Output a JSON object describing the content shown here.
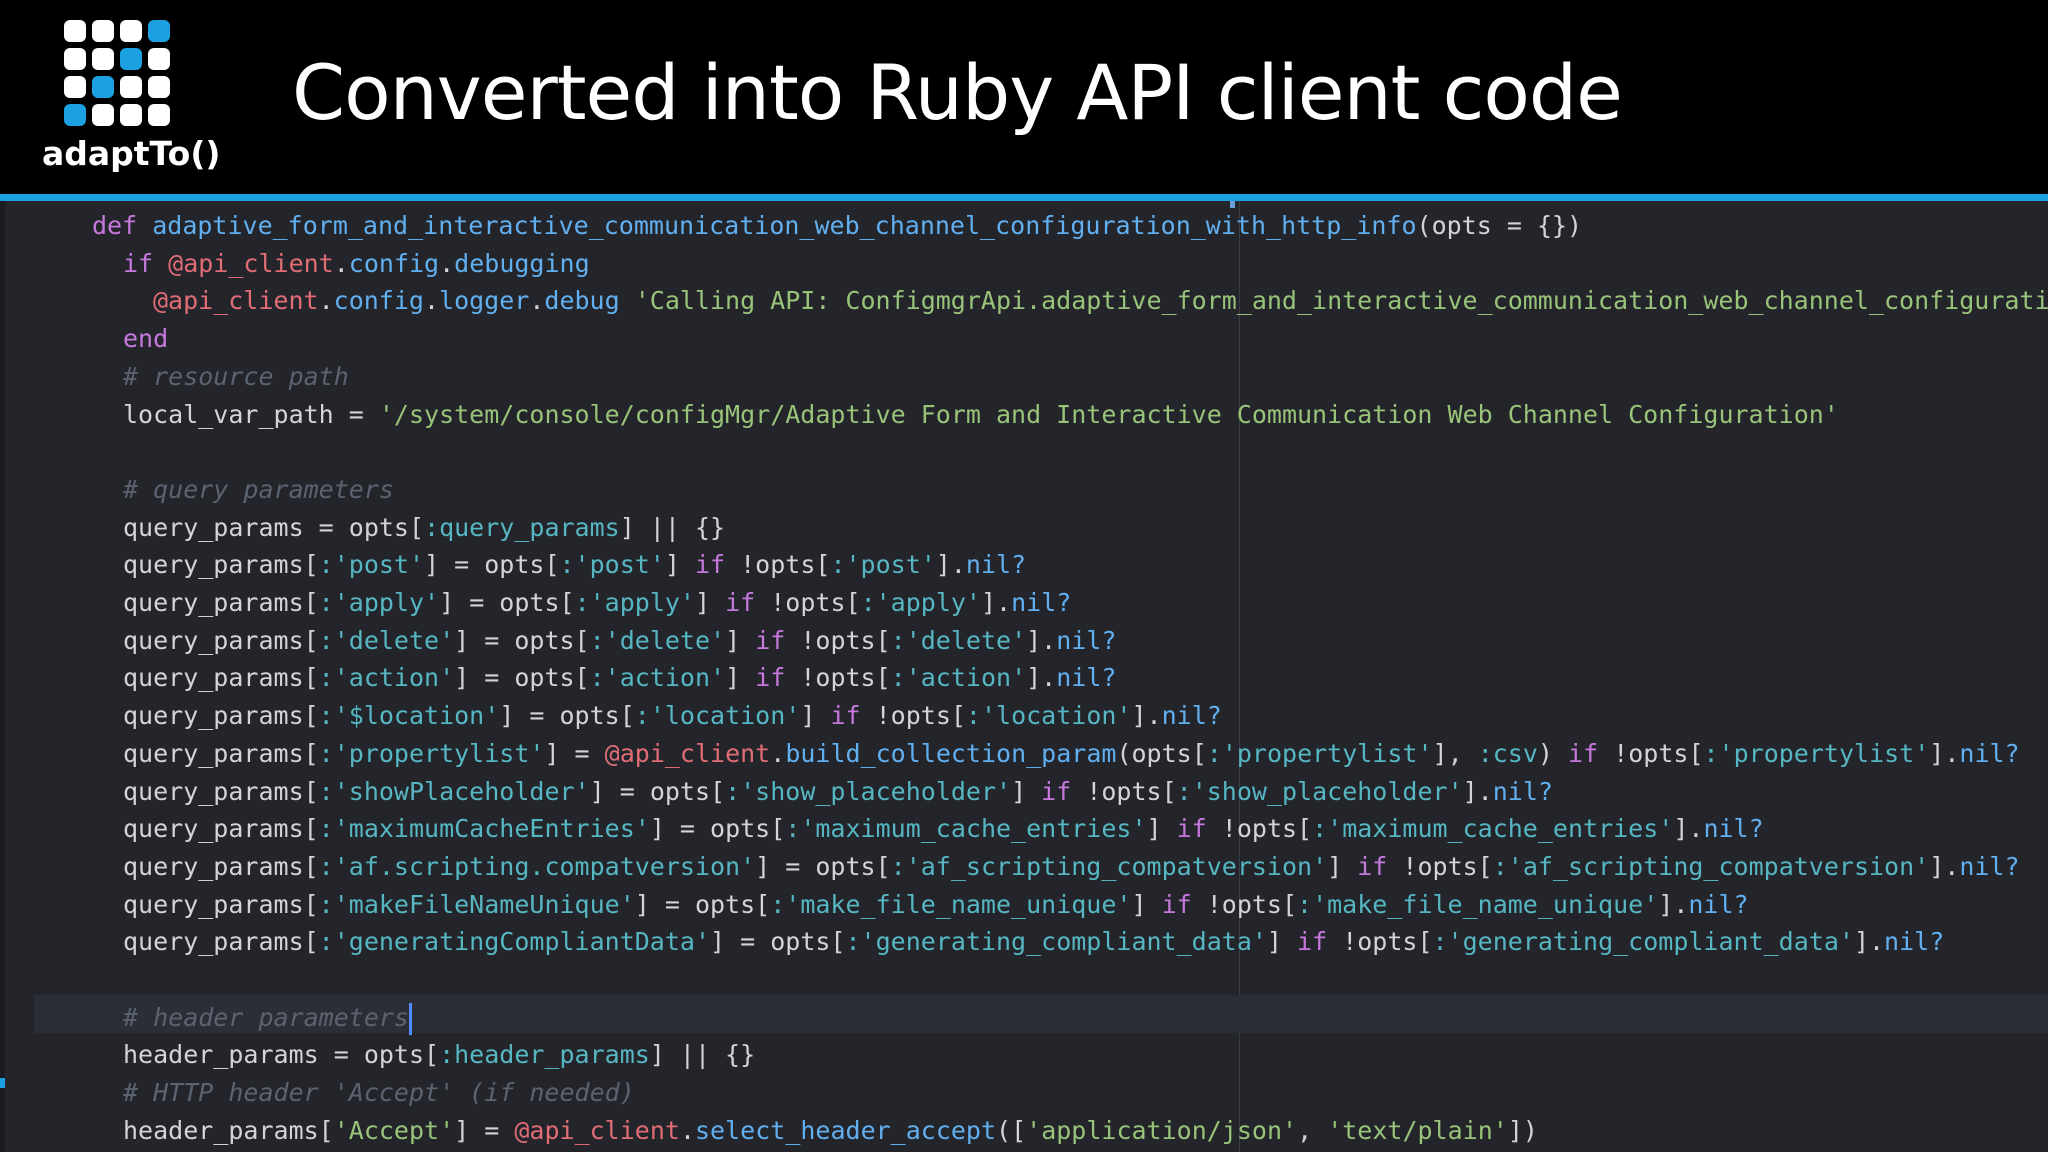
{
  "slide": {
    "title": "Converted into Ruby API client code",
    "logo_text": "adaptTo()"
  },
  "colors": {
    "accent": "#1ba1e2",
    "editor_background": "#23252b",
    "keyword": "#c678dd",
    "function": "#61afef",
    "instance_variable": "#e06c75",
    "string": "#98c379",
    "symbol": "#56b6c2",
    "comment": "#5c6370"
  },
  "editor": {
    "language": "Ruby",
    "cursor_line": 22,
    "lines": [
      [
        {
          "t": "def ",
          "c": "kw"
        },
        {
          "t": "adaptive_form_and_interactive_communication_web_channel_configuration_with_http_info",
          "c": "fn"
        },
        {
          "t": "(opts = {})",
          "c": "pl"
        }
      ],
      [
        {
          "t": "if ",
          "c": "kw"
        },
        {
          "t": "@api_client",
          "c": "iv"
        },
        {
          "t": ".",
          "c": "pl"
        },
        {
          "t": "config",
          "c": "fn"
        },
        {
          "t": ".",
          "c": "pl"
        },
        {
          "t": "debugging",
          "c": "fn"
        }
      ],
      [
        {
          "t": "@api_client",
          "c": "iv"
        },
        {
          "t": ".",
          "c": "pl"
        },
        {
          "t": "config",
          "c": "fn"
        },
        {
          "t": ".",
          "c": "pl"
        },
        {
          "t": "logger",
          "c": "fn"
        },
        {
          "t": ".",
          "c": "pl"
        },
        {
          "t": "debug",
          "c": "fn"
        },
        {
          "t": " ",
          "c": "pl"
        },
        {
          "t": "'Calling API: ConfigmgrApi.adaptive_form_and_interactive_communication_web_channel_configurati",
          "c": "st"
        }
      ],
      [
        {
          "t": "end",
          "c": "kw"
        }
      ],
      [
        {
          "t": "# resource path",
          "c": "cm"
        }
      ],
      [
        {
          "t": "local_var_path = ",
          "c": "pl"
        },
        {
          "t": "'/system/console/configMgr/Adaptive Form and Interactive Communication Web Channel Configuration'",
          "c": "st"
        }
      ],
      [],
      [
        {
          "t": "# query parameters",
          "c": "cm"
        }
      ],
      [
        {
          "t": "query_params = opts[",
          "c": "pl"
        },
        {
          "t": ":query_params",
          "c": "sy"
        },
        {
          "t": "] || {}",
          "c": "pl"
        }
      ],
      [
        {
          "t": "query_params[",
          "c": "pl"
        },
        {
          "t": ":'post'",
          "c": "sy"
        },
        {
          "t": "] = opts[",
          "c": "pl"
        },
        {
          "t": ":'post'",
          "c": "sy"
        },
        {
          "t": "] ",
          "c": "pl"
        },
        {
          "t": "if",
          "c": "kw"
        },
        {
          "t": " !opts[",
          "c": "pl"
        },
        {
          "t": ":'post'",
          "c": "sy"
        },
        {
          "t": "].",
          "c": "pl"
        },
        {
          "t": "nil?",
          "c": "fn"
        }
      ],
      [
        {
          "t": "query_params[",
          "c": "pl"
        },
        {
          "t": ":'apply'",
          "c": "sy"
        },
        {
          "t": "] = opts[",
          "c": "pl"
        },
        {
          "t": ":'apply'",
          "c": "sy"
        },
        {
          "t": "] ",
          "c": "pl"
        },
        {
          "t": "if",
          "c": "kw"
        },
        {
          "t": " !opts[",
          "c": "pl"
        },
        {
          "t": ":'apply'",
          "c": "sy"
        },
        {
          "t": "].",
          "c": "pl"
        },
        {
          "t": "nil?",
          "c": "fn"
        }
      ],
      [
        {
          "t": "query_params[",
          "c": "pl"
        },
        {
          "t": ":'delete'",
          "c": "sy"
        },
        {
          "t": "] = opts[",
          "c": "pl"
        },
        {
          "t": ":'delete'",
          "c": "sy"
        },
        {
          "t": "] ",
          "c": "pl"
        },
        {
          "t": "if",
          "c": "kw"
        },
        {
          "t": " !opts[",
          "c": "pl"
        },
        {
          "t": ":'delete'",
          "c": "sy"
        },
        {
          "t": "].",
          "c": "pl"
        },
        {
          "t": "nil?",
          "c": "fn"
        }
      ],
      [
        {
          "t": "query_params[",
          "c": "pl"
        },
        {
          "t": ":'action'",
          "c": "sy"
        },
        {
          "t": "] = opts[",
          "c": "pl"
        },
        {
          "t": ":'action'",
          "c": "sy"
        },
        {
          "t": "] ",
          "c": "pl"
        },
        {
          "t": "if",
          "c": "kw"
        },
        {
          "t": " !opts[",
          "c": "pl"
        },
        {
          "t": ":'action'",
          "c": "sy"
        },
        {
          "t": "].",
          "c": "pl"
        },
        {
          "t": "nil?",
          "c": "fn"
        }
      ],
      [
        {
          "t": "query_params[",
          "c": "pl"
        },
        {
          "t": ":'$location'",
          "c": "sy"
        },
        {
          "t": "] = opts[",
          "c": "pl"
        },
        {
          "t": ":'location'",
          "c": "sy"
        },
        {
          "t": "] ",
          "c": "pl"
        },
        {
          "t": "if",
          "c": "kw"
        },
        {
          "t": " !opts[",
          "c": "pl"
        },
        {
          "t": ":'location'",
          "c": "sy"
        },
        {
          "t": "].",
          "c": "pl"
        },
        {
          "t": "nil?",
          "c": "fn"
        }
      ],
      [
        {
          "t": "query_params[",
          "c": "pl"
        },
        {
          "t": ":'propertylist'",
          "c": "sy"
        },
        {
          "t": "] = ",
          "c": "pl"
        },
        {
          "t": "@api_client",
          "c": "iv"
        },
        {
          "t": ".",
          "c": "pl"
        },
        {
          "t": "build_collection_param",
          "c": "fn"
        },
        {
          "t": "(opts[",
          "c": "pl"
        },
        {
          "t": ":'propertylist'",
          "c": "sy"
        },
        {
          "t": "], ",
          "c": "pl"
        },
        {
          "t": ":csv",
          "c": "sy"
        },
        {
          "t": ") ",
          "c": "pl"
        },
        {
          "t": "if",
          "c": "kw"
        },
        {
          "t": " !opts[",
          "c": "pl"
        },
        {
          "t": ":'propertylist'",
          "c": "sy"
        },
        {
          "t": "].",
          "c": "pl"
        },
        {
          "t": "nil?",
          "c": "fn"
        }
      ],
      [
        {
          "t": "query_params[",
          "c": "pl"
        },
        {
          "t": ":'showPlaceholder'",
          "c": "sy"
        },
        {
          "t": "] = opts[",
          "c": "pl"
        },
        {
          "t": ":'show_placeholder'",
          "c": "sy"
        },
        {
          "t": "] ",
          "c": "pl"
        },
        {
          "t": "if",
          "c": "kw"
        },
        {
          "t": " !opts[",
          "c": "pl"
        },
        {
          "t": ":'show_placeholder'",
          "c": "sy"
        },
        {
          "t": "].",
          "c": "pl"
        },
        {
          "t": "nil?",
          "c": "fn"
        }
      ],
      [
        {
          "t": "query_params[",
          "c": "pl"
        },
        {
          "t": ":'maximumCacheEntries'",
          "c": "sy"
        },
        {
          "t": "] = opts[",
          "c": "pl"
        },
        {
          "t": ":'maximum_cache_entries'",
          "c": "sy"
        },
        {
          "t": "] ",
          "c": "pl"
        },
        {
          "t": "if",
          "c": "kw"
        },
        {
          "t": " !opts[",
          "c": "pl"
        },
        {
          "t": ":'maximum_cache_entries'",
          "c": "sy"
        },
        {
          "t": "].",
          "c": "pl"
        },
        {
          "t": "nil?",
          "c": "fn"
        }
      ],
      [
        {
          "t": "query_params[",
          "c": "pl"
        },
        {
          "t": ":'af.scripting.compatversion'",
          "c": "sy"
        },
        {
          "t": "] = opts[",
          "c": "pl"
        },
        {
          "t": ":'af_scripting_compatversion'",
          "c": "sy"
        },
        {
          "t": "] ",
          "c": "pl"
        },
        {
          "t": "if",
          "c": "kw"
        },
        {
          "t": " !opts[",
          "c": "pl"
        },
        {
          "t": ":'af_scripting_compatversion'",
          "c": "sy"
        },
        {
          "t": "].",
          "c": "pl"
        },
        {
          "t": "nil?",
          "c": "fn"
        }
      ],
      [
        {
          "t": "query_params[",
          "c": "pl"
        },
        {
          "t": ":'makeFileNameUnique'",
          "c": "sy"
        },
        {
          "t": "] = opts[",
          "c": "pl"
        },
        {
          "t": ":'make_file_name_unique'",
          "c": "sy"
        },
        {
          "t": "] ",
          "c": "pl"
        },
        {
          "t": "if",
          "c": "kw"
        },
        {
          "t": " !opts[",
          "c": "pl"
        },
        {
          "t": ":'make_file_name_unique'",
          "c": "sy"
        },
        {
          "t": "].",
          "c": "pl"
        },
        {
          "t": "nil?",
          "c": "fn"
        }
      ],
      [
        {
          "t": "query_params[",
          "c": "pl"
        },
        {
          "t": ":'generatingCompliantData'",
          "c": "sy"
        },
        {
          "t": "] = opts[",
          "c": "pl"
        },
        {
          "t": ":'generating_compliant_data'",
          "c": "sy"
        },
        {
          "t": "] ",
          "c": "pl"
        },
        {
          "t": "if",
          "c": "kw"
        },
        {
          "t": " !opts[",
          "c": "pl"
        },
        {
          "t": ":'generating_compliant_data'",
          "c": "sy"
        },
        {
          "t": "].",
          "c": "pl"
        },
        {
          "t": "nil?",
          "c": "fn"
        }
      ],
      [],
      [
        {
          "t": "# header parameters",
          "c": "cm"
        }
      ],
      [
        {
          "t": "header_params = opts[",
          "c": "pl"
        },
        {
          "t": ":header_params",
          "c": "sy"
        },
        {
          "t": "] || {}",
          "c": "pl"
        }
      ],
      [
        {
          "t": "# HTTP header 'Accept' (if needed)",
          "c": "cm"
        }
      ],
      [
        {
          "t": "header_params[",
          "c": "pl"
        },
        {
          "t": "'Accept'",
          "c": "st"
        },
        {
          "t": "] = ",
          "c": "pl"
        },
        {
          "t": "@api_client",
          "c": "iv"
        },
        {
          "t": ".",
          "c": "pl"
        },
        {
          "t": "select_header_accept",
          "c": "fn"
        },
        {
          "t": "([",
          "c": "pl"
        },
        {
          "t": "'application/json'",
          "c": "st"
        },
        {
          "t": ", ",
          "c": "pl"
        },
        {
          "t": "'text/plain'",
          "c": "st"
        },
        {
          "t": "])",
          "c": "pl"
        }
      ]
    ]
  }
}
